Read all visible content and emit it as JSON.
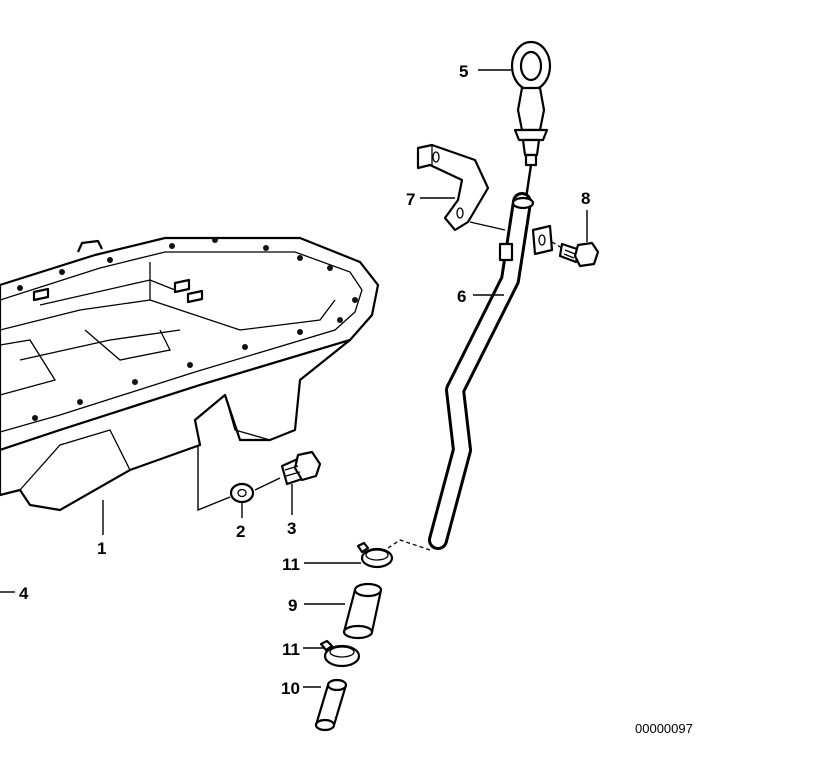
{
  "diagram": {
    "callouts": [
      {
        "id": "c1",
        "text": "1"
      },
      {
        "id": "c2",
        "text": "2"
      },
      {
        "id": "c3",
        "text": "3"
      },
      {
        "id": "c4",
        "text": "4"
      },
      {
        "id": "c5",
        "text": "5"
      },
      {
        "id": "c6",
        "text": "6"
      },
      {
        "id": "c7",
        "text": "7"
      },
      {
        "id": "c8",
        "text": "8"
      },
      {
        "id": "c9",
        "text": "9"
      },
      {
        "id": "c10",
        "text": "10"
      },
      {
        "id": "c11a",
        "text": "11"
      },
      {
        "id": "c11b",
        "text": "11"
      }
    ],
    "drawing_number": "00000097"
  }
}
